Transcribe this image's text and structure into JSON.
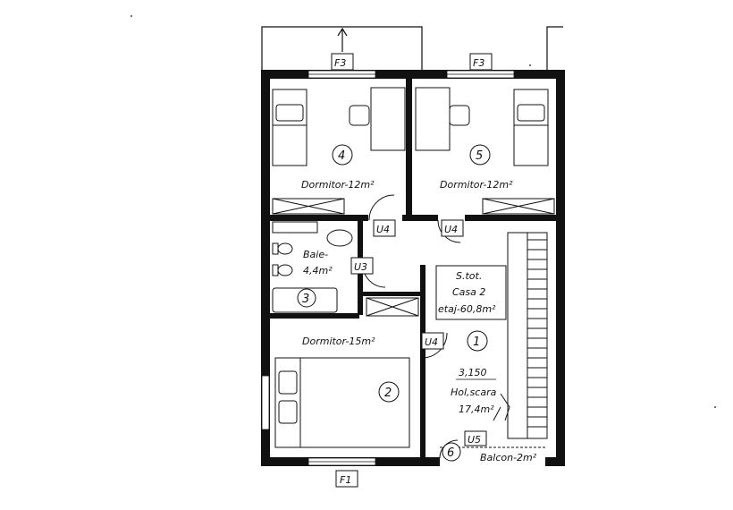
{
  "rooms": {
    "r1": {
      "number": "1",
      "name": "Hol,scara",
      "area": "17,4m²",
      "level": "3,150"
    },
    "r2": {
      "number": "2",
      "name": "Dormitor-15m²"
    },
    "r3": {
      "number": "3",
      "name": "Baie-",
      "area": "4,4m²"
    },
    "r4": {
      "number": "4",
      "name": "Dormitor-12m²"
    },
    "r5": {
      "number": "5",
      "name": "Dormitor-12m²"
    },
    "r6": {
      "number": "6",
      "name": "Balcon-2m²"
    }
  },
  "summary": {
    "line1": "S.tot.",
    "line2": "Casa 2",
    "line3": "etaj-60,8m²"
  },
  "windows": {
    "f3_left": "F3",
    "f3_right": "F3",
    "f1": "F1"
  },
  "doors": {
    "u4_dorm4": "U4",
    "u4_dorm5": "U4",
    "u3": "U3",
    "u4_dorm2": "U4",
    "u5": "U5"
  }
}
